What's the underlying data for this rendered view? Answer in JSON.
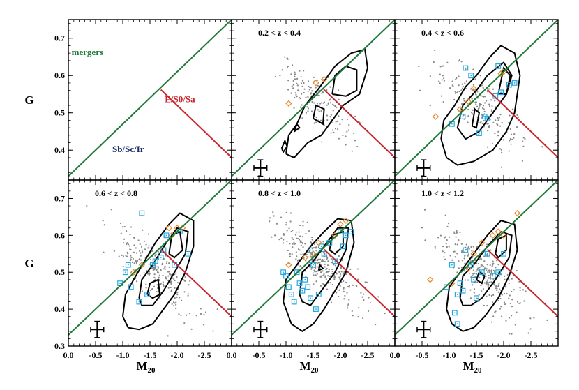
{
  "chart_data": {
    "type": "scatter",
    "panels": [
      {
        "label": "",
        "annotations": [
          {
            "text": "mergers",
            "color": "#1f7a3a",
            "x": -0.35,
            "y": 0.655
          },
          {
            "text": "E/S0/Sa",
            "color": "#c8252c",
            "x": -2.05,
            "y": 0.528
          },
          {
            "text": "Sb/Sc/Ir",
            "color": "#1a2a6b",
            "x": -1.1,
            "y": 0.395
          }
        ]
      },
      {
        "label": "0.2 < z < 0.4"
      },
      {
        "label": "0.4 < z < 0.6"
      },
      {
        "label": "0.6 < z < 0.8"
      },
      {
        "label": "0.8 < z < 1.0"
      },
      {
        "label": "1.0 < z < 1.2"
      }
    ],
    "xlabel": "M",
    "xlabel_sub": "20",
    "ylabel": "G",
    "xlim": [
      0.0,
      -3.0
    ],
    "ylim_top_row": [
      0.32,
      0.75
    ],
    "ylim_bottom_row": [
      0.3,
      0.75
    ],
    "xticks": [
      "0.0",
      "-0.5",
      "-1.0",
      "-1.5",
      "-2.0",
      "-2.5"
    ],
    "xtick_values": [
      0.0,
      -0.5,
      -1.0,
      -1.5,
      -2.0,
      -2.5
    ],
    "yticks_top": [
      "0.4",
      "0.5",
      "0.6",
      "0.7"
    ],
    "yticks_top_values": [
      0.4,
      0.5,
      0.6,
      0.7
    ],
    "yticks_bottom": [
      "0.3",
      "0.4",
      "0.5",
      "0.6",
      "0.7"
    ],
    "yticks_bottom_values": [
      0.3,
      0.4,
      0.5,
      0.6,
      0.7
    ],
    "merger_line": {
      "slope": -0.14,
      "intercept": 0.33
    },
    "class_line": {
      "slope": 0.14,
      "intercept": 0.8,
      "x_from": -1.7
    },
    "error_bar": {
      "x": -0.53,
      "y_top": 0.352,
      "y_bottom": 0.345,
      "dx": 0.12,
      "dy": 0.022
    },
    "series_colors": {
      "background": "#888888",
      "mergers": "#e8892a",
      "disks": "#22a7e0",
      "lines_merger": "#1f7a3a",
      "lines_class": "#c8252c"
    }
  }
}
